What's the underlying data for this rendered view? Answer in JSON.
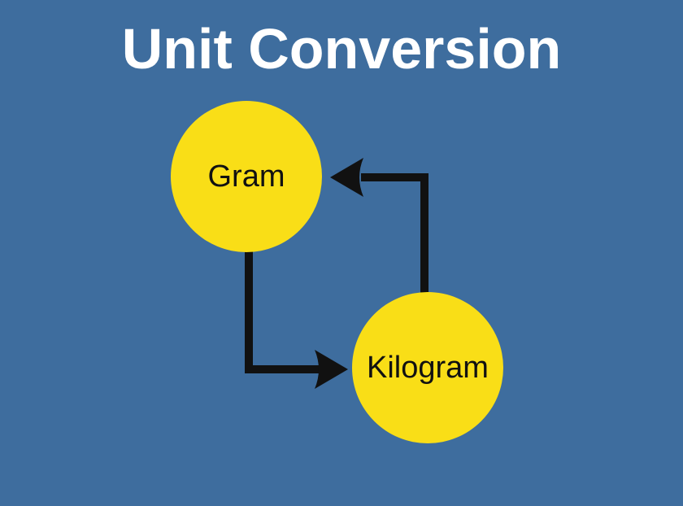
{
  "title": "Unit Conversion",
  "diagram": {
    "type": "cycle",
    "nodes": [
      {
        "id": "gram",
        "label": "Gram",
        "shape": "circle"
      },
      {
        "id": "kilogram",
        "label": "Kilogram",
        "shape": "circle"
      }
    ],
    "edges": [
      {
        "from": "gram",
        "to": "kilogram",
        "style": "elbow-down-right-arrow"
      },
      {
        "from": "kilogram",
        "to": "gram",
        "style": "elbow-up-left-arrow"
      }
    ],
    "colors": {
      "background": "#3E6D9E",
      "node_fill": "#F9DE17",
      "node_text": "#111111",
      "arrow": "#111111",
      "title_text": "#FFFFFF"
    }
  }
}
